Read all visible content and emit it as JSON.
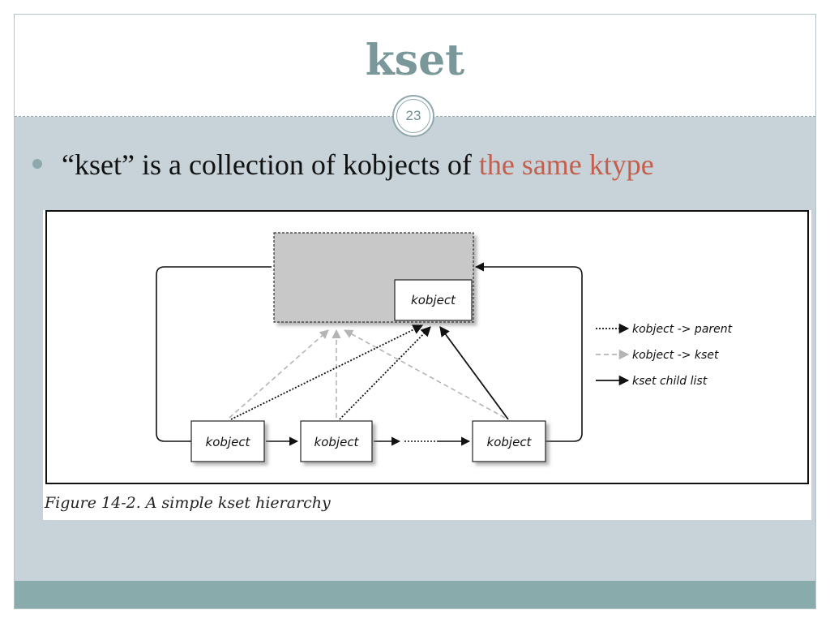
{
  "slide": {
    "title": "kset",
    "number": "23",
    "bullet": {
      "prefix": "“kset” is a collection of kobjects of ",
      "highlight": "the same ktype"
    },
    "colors": {
      "title": "#7a9799",
      "highlight": "#c45f4e",
      "frame": "#c7d3d9",
      "footer": "#8aabab"
    }
  },
  "figure": {
    "parent_node": {
      "label": "kobject"
    },
    "child_nodes": [
      {
        "label": "kobject"
      },
      {
        "label": "kobject"
      },
      {
        "label": "kobject"
      }
    ],
    "legend": [
      {
        "label": "kobject -> parent",
        "style": "dotted"
      },
      {
        "label": "kobject -> kset",
        "style": "dashed"
      },
      {
        "label": "kset child list",
        "style": "solid"
      }
    ],
    "caption": "Figure 14-2. A simple kset hierarchy"
  }
}
